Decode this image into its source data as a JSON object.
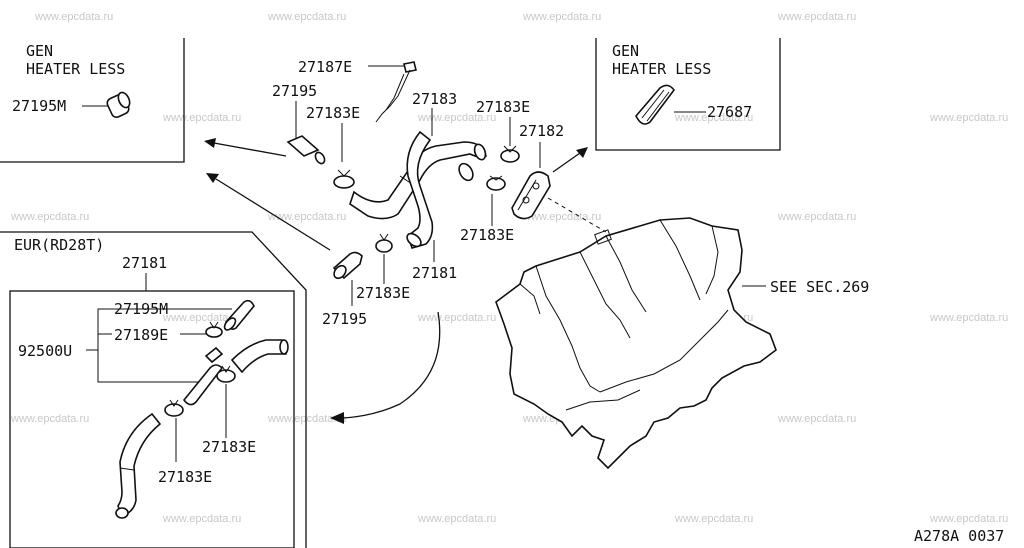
{
  "watermark": "www.epcdata.ru",
  "boxes": {
    "gen_heater_left": [
      "GEN",
      "HEATER LESS"
    ],
    "gen_heater_right": [
      "GEN",
      "HEATER LESS"
    ],
    "eur": "EUR(RD28T)"
  },
  "labels": {
    "p27195m_top": "27195M",
    "p27187e": "27187E",
    "p27195_top": "27195",
    "p27183e_top": "27183E",
    "p27183": "27183",
    "p27183e_right": "27183E",
    "p27182": "27182",
    "p27687": "27687",
    "p27183e_lower_right": "27183E",
    "p27181_eur": "27181",
    "p27183e_mid": "27183E",
    "p27181_mid": "27181",
    "p27195_bottom": "27195",
    "see_sec": "SEE SEC.269",
    "p27195m_eur": "27195M",
    "p27189e_eur": "27189E",
    "p92500u_eur": "92500U",
    "p27183e_eur1": "27183E",
    "p27183e_eur2": "27183E"
  },
  "diagram_code": "A278A 0037"
}
